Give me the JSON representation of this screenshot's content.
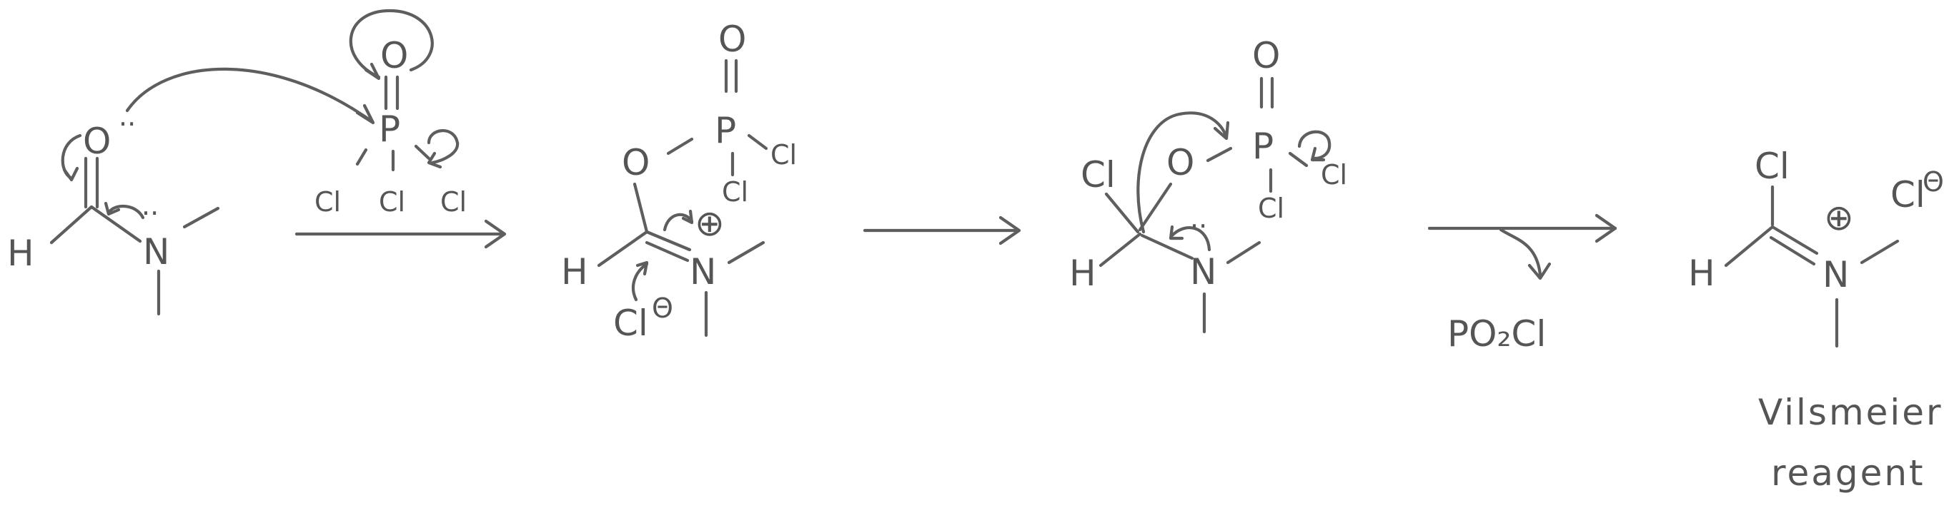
{
  "diagram": {
    "step1": {
      "h": "H",
      "o": "O",
      "o_lone_pairs": "..",
      "n": "N",
      "p": "P",
      "p_o": "O",
      "cl_1": "Cl",
      "cl_2": "Cl",
      "cl_3": "Cl"
    },
    "step2": {
      "h": "H",
      "o": "O",
      "p": "P",
      "p_o": "O",
      "cl_p_right": "Cl",
      "cl_p_down": "Cl",
      "n": "N",
      "plus": "⊕",
      "cl_anion": "Cl",
      "minus": "Θ"
    },
    "step3": {
      "cl": "Cl",
      "h": "H",
      "o": "O",
      "p": "P",
      "p_o": "O",
      "cl_p_right": "Cl",
      "cl_p_down": "Cl",
      "n": "N"
    },
    "byproduct": "PO₂Cl",
    "product": {
      "cl": "Cl",
      "h": "H",
      "n": "N",
      "plus": "⊕",
      "cl_anion": "Cl",
      "minus": "Θ",
      "caption_line1": "Vilsmeier",
      "caption_line2": "reagent"
    }
  }
}
